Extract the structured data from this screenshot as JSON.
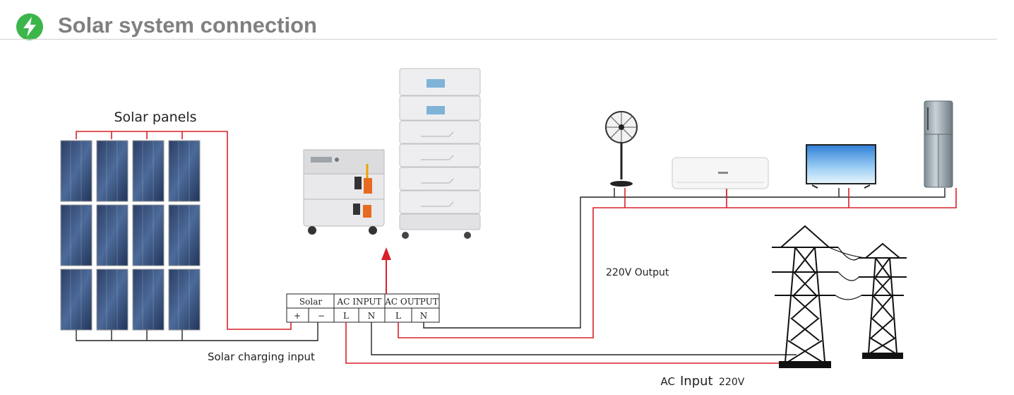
{
  "header": {
    "title": "Solar system connection",
    "icon": "lightning-bolt-icon",
    "accent_color": "#3cb54a"
  },
  "labels": {
    "solar_panels": "Solar panels",
    "solar_charging_input": "Solar charging input",
    "output_220v": "220V Output",
    "ac_input_prefix": "AC",
    "ac_input_word": "Input",
    "ac_input_voltage": "220V"
  },
  "terminal_block": {
    "groups": [
      "Solar",
      "AC INPUT",
      "AC OUTPUT"
    ],
    "terminals": [
      "+",
      "−",
      "L",
      "N",
      "L",
      "N"
    ]
  },
  "devices": {
    "battery_small": "battery-module-icon",
    "battery_stack": "battery-stack-icon",
    "fan": "fan-icon",
    "air_conditioner": "air-conditioner-icon",
    "television": "tv-icon",
    "refrigerator": "refrigerator-icon",
    "power_towers": "power-tower-icon"
  },
  "wire_colors": {
    "positive": "#d7202a",
    "neutral": "#222222"
  }
}
